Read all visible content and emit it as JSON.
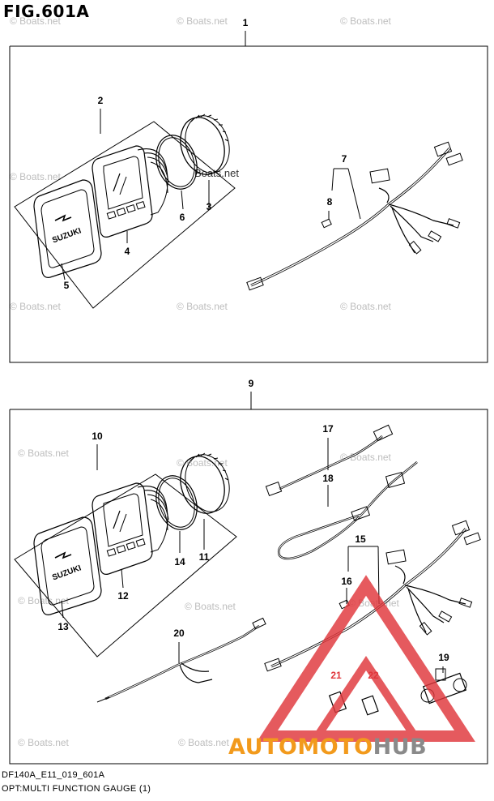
{
  "figure": {
    "title": "FIG.601A"
  },
  "footer": {
    "line1": "DF140A_E11_019_601A",
    "line2": "OPT:MULTI FUNCTION GAUGE (1)"
  },
  "watermark": {
    "text": "© Boats.net",
    "inline_text": "Boats.net"
  },
  "brand_logo": {
    "part1": "AUTOMOTO",
    "part2": "HUB",
    "color_orange": "#f29a1c",
    "color_grey": "#8a8a8a",
    "color_red": "#e0363b"
  },
  "upper_assembly": {
    "callouts": {
      "c1": "1",
      "c2": "2",
      "c3": "3",
      "c4": "4",
      "c5": "5",
      "c6": "6",
      "c7": "7",
      "c8": "8"
    },
    "logo_text": "SUZUKI"
  },
  "lower_assembly": {
    "callouts": {
      "c9": "9",
      "c10": "10",
      "c11": "11",
      "c12": "12",
      "c13": "13",
      "c14": "14",
      "c15": "15",
      "c16": "16",
      "c17": "17",
      "c18": "18",
      "c19": "19",
      "c20": "20",
      "c21": "21",
      "c22": "22"
    },
    "logo_text": "SUZUKI"
  }
}
